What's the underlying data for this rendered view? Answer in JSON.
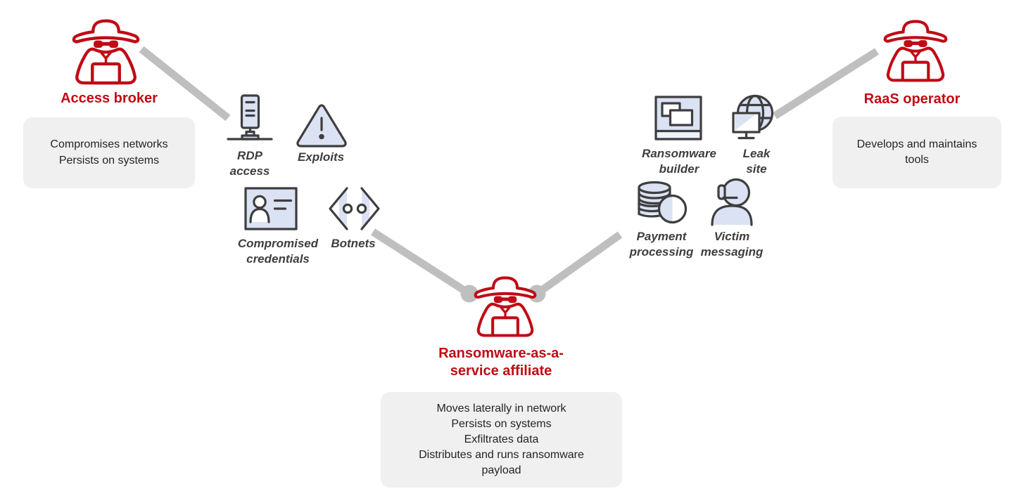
{
  "palette": {
    "actor_red": "#c00b15",
    "icon_stroke": "#3e3e3e",
    "icon_fill": "#dbe2f3",
    "connector": "#bfbfbf",
    "note_bg": "#f0f0f0",
    "note_text": "#242424"
  },
  "actors": {
    "access_broker": {
      "icon": "spy-icon",
      "name": "Access broker",
      "details": [
        "Compromises networks",
        "Persists on systems"
      ]
    },
    "raas_operator": {
      "icon": "spy-icon",
      "name": "RaaS operator",
      "details": [
        "Develops and maintains",
        "tools"
      ]
    },
    "affiliate": {
      "icon": "spy-icon",
      "name_lines": [
        "Ransomware-as-a-",
        "service affiliate"
      ],
      "details": [
        "Moves laterally in network",
        "Persists on systems",
        "Exfiltrates data",
        "Distributes and runs ransomware",
        "payload"
      ]
    }
  },
  "tools": {
    "rdp_access": {
      "icon": "server-icon",
      "label_lines": [
        "RDP",
        "access"
      ]
    },
    "exploits": {
      "icon": "warning-triangle-icon",
      "label_lines": [
        "Exploits"
      ]
    },
    "compromised_credentials": {
      "icon": "id-card-icon",
      "label_lines": [
        "Compromised",
        "credentials"
      ]
    },
    "botnets": {
      "icon": "chevrons-nodes-icon",
      "label_lines": [
        "Botnets"
      ]
    },
    "ransomware_builder": {
      "icon": "app-window-icon",
      "label_lines": [
        "Ransomware",
        "builder"
      ]
    },
    "leak_site": {
      "icon": "globe-monitor-icon",
      "label_lines": [
        "Leak",
        "site"
      ]
    },
    "payment_processing": {
      "icon": "coins-icon",
      "label_lines": [
        "Payment",
        "processing"
      ]
    },
    "victim_messaging": {
      "icon": "support-person-icon",
      "label_lines": [
        "Victim",
        "messaging"
      ]
    }
  }
}
